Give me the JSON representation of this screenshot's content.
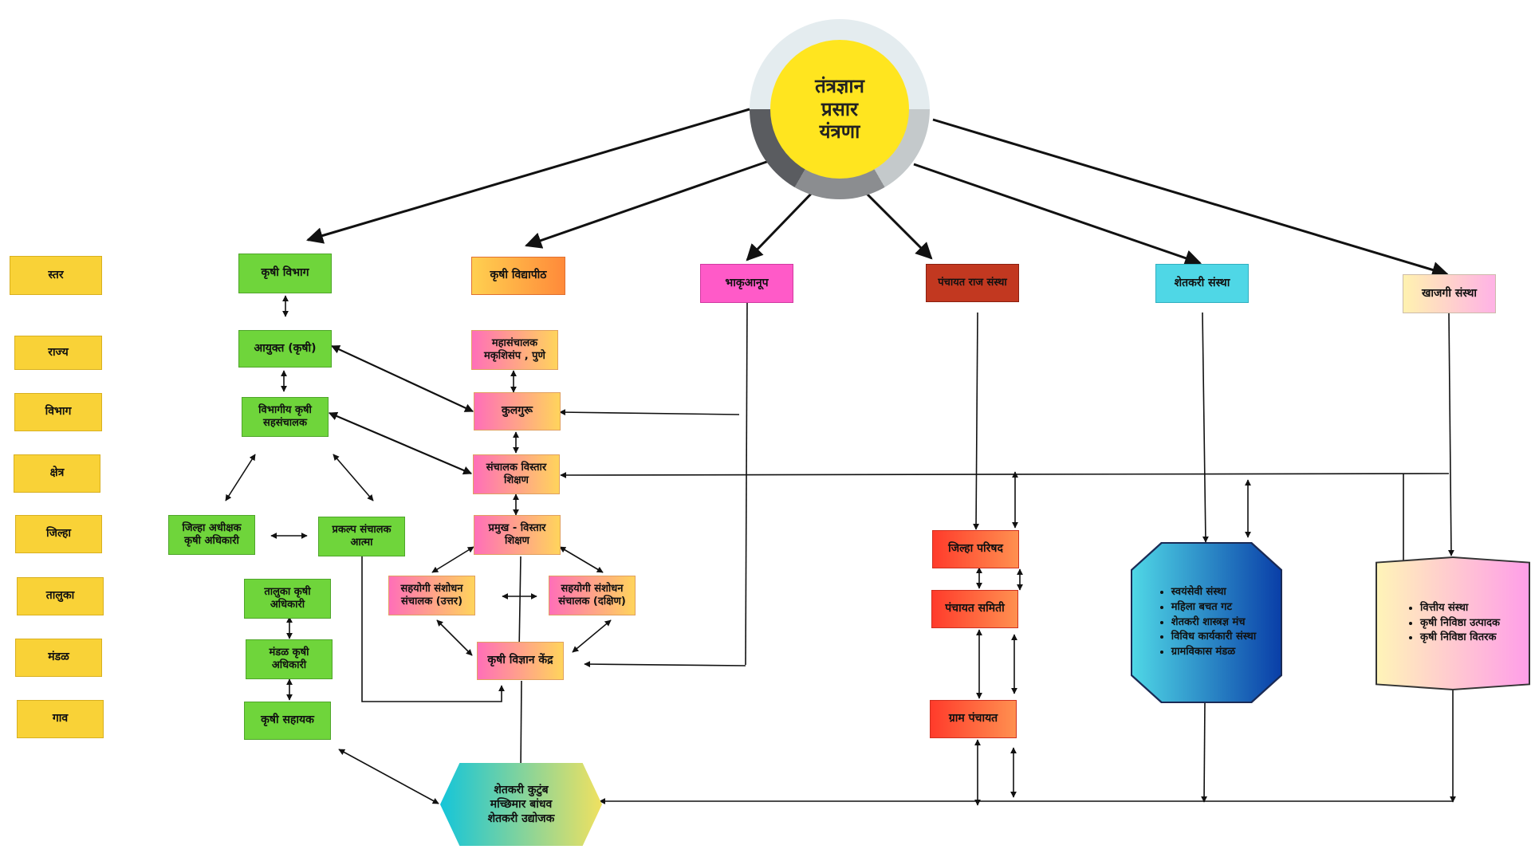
{
  "hub": {
    "title": "तंत्रज्ञान\nप्रसार\nयंत्रणा"
  },
  "levels": [
    "स्तर",
    "राज्य",
    "विभाग",
    "क्षेत्र",
    "जिल्हा",
    "तालुका",
    "मंडळ",
    "गाव"
  ],
  "heads": {
    "agri_dept": "कृषी विभाग",
    "agri_univ": "कृषी विद्यापीठ",
    "icar": "भाकृआनूप",
    "panchayat": "पंचायत राज संस्था",
    "farmer_org": "शेतकरी संस्था",
    "private_org": "खाजगी संस्था"
  },
  "agri_dept": {
    "commissioner": "आयुक्त (कृषी)",
    "div_joint": "विभागीय कृषी\nसहसंचालक",
    "dist_superintendent": "जिल्हा अधीक्षक\nकृषी अधिकारी",
    "project_director": "प्रकल्प संचालक\nआत्मा",
    "taluka_officer": "तालुका कृषी\nअधिकारी",
    "mandal_officer": "मंडळ कृषी\nअधिकारी",
    "agri_assistant": "कृषी सहायक"
  },
  "agri_univ": {
    "director_general": "महासंचालक\nमकृशिसंप , पुणे",
    "vice_chancellor": "कुलगुरू",
    "director_extension": "संचालक विस्तार\nशिक्षण",
    "head_extension": "प्रमुख - विस्तार\nशिक्षण",
    "assoc_north": "सहयोगी संशोधन\nसंचालक (उत्तर)",
    "assoc_south": "सहयोगी संशोधन\nसंचालक (दक्षिण)",
    "kvk": "कृषी विज्ञान केंद्र"
  },
  "panchayat": {
    "zilla_parishad": "जिल्हा परिषद",
    "panchayat_samiti": "पंचायत समिती",
    "gram_panchayat": "ग्राम पंचायत"
  },
  "farmer_org": {
    "items": [
      "स्वयंसेवी संस्था",
      "महिला बचत गट",
      "शेतकरी शास्त्रज्ञ मंच",
      "विविध कार्यकारी संस्था",
      "ग्रामविकास मंडळ"
    ]
  },
  "private_org": {
    "items": [
      "वित्तीय संस्था",
      "कृषी निविष्ठा उत्पादक",
      "कृषी निविष्ठा वितरक"
    ]
  },
  "family": {
    "text": "शेतकरी कुटुंब\nमच्छिमार बांधव\nशेतकरी उद्योजक"
  },
  "colors": {
    "hub_core": "#ffe51f",
    "level_box": "#f9d237",
    "green_box": "#6fd53b",
    "icar_box": "#ff5ac8",
    "panchayat_head": "#c23820",
    "farmer_head": "#4fd7e6",
    "arrow": "#111111"
  }
}
